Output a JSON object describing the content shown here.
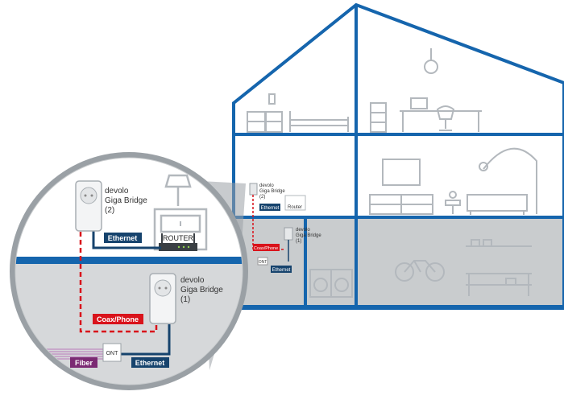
{
  "colors": {
    "house_blue": "#1565ad",
    "furniture": "#b3b8bd",
    "ground": "#c9ccce",
    "ethernet_badge": "#16436d",
    "coax_badge": "#d9131b",
    "fiber_badge": "#7b2a73"
  },
  "zoom": {
    "adapter_top": {
      "name_line1": "devolo",
      "name_line2": "Giga Bridge",
      "name_line3": "(2)"
    },
    "adapter_bottom": {
      "name_line1": "devolo",
      "name_line2": "Giga Bridge",
      "name_line3": "(1)"
    },
    "router_label": "ROUTER",
    "ont_label": "ONT",
    "badges": {
      "ethernet_top": "Ethernet",
      "coax_phone": "Coax/Phone",
      "fiber": "Fiber",
      "ethernet_bottom": "Ethernet"
    }
  },
  "mini": {
    "adapter_top": {
      "name_line1": "devolo",
      "name_line2": "Giga Bridge",
      "name_line3": "(2)"
    },
    "adapter_bottom": {
      "name_line1": "devolo",
      "name_line2": "Giga Bridge",
      "name_line3": "(1)"
    },
    "ethernet_label": "Ethernet",
    "router_label": "Router",
    "coax_label": "Coax/Phone",
    "ont_label": "ONT",
    "ethernet_bottom_label": "Ethernet"
  }
}
